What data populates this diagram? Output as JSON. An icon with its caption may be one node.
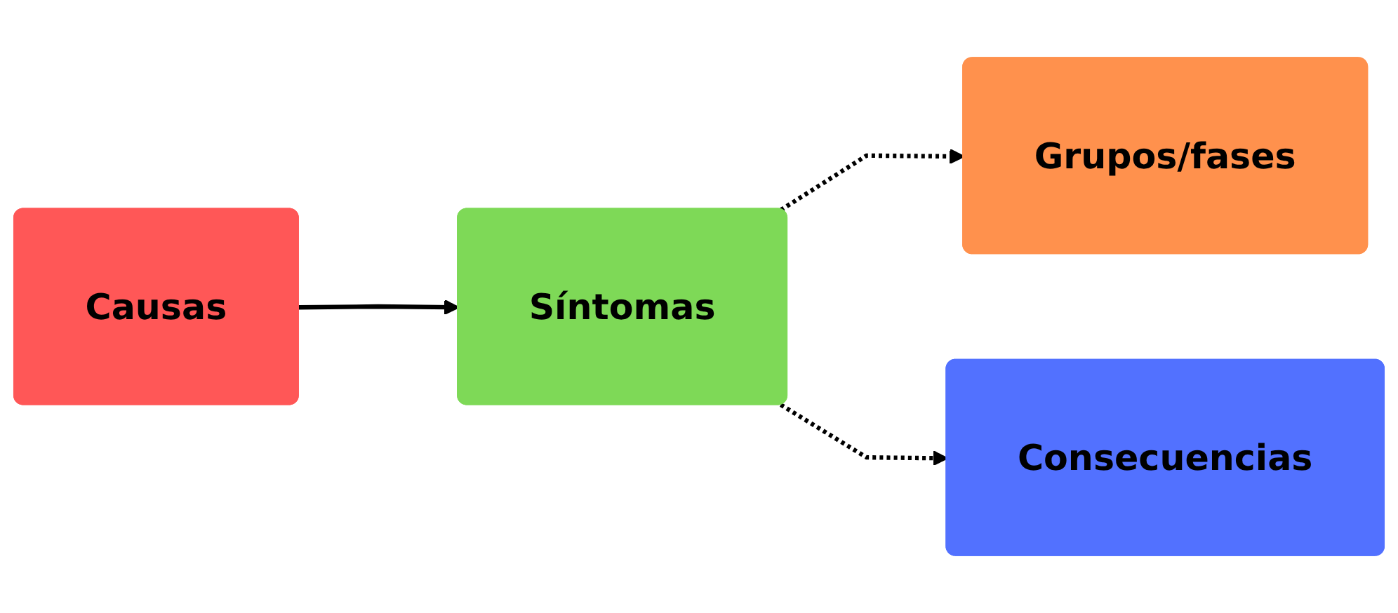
{
  "diagram": {
    "nodes": [
      {
        "text": [
          "Grupos/fases"
        ]
      },
      {
        "text": [
          "Causas"
        ]
      },
      {
        "text": [
          "Síntomas"
        ]
      },
      {
        "text": [
          "Consecuencias"
        ]
      }
    ],
    "edges": [
      {
        "from": 1,
        "to": 2,
        "arrow": "to"
      },
      {
        "from": 2,
        "to": 0,
        "arrow": "to",
        "style": "dashed"
      },
      {
        "from": 2,
        "to": 3,
        "arrow": "to",
        "style": "dashed"
      }
    ]
  }
}
